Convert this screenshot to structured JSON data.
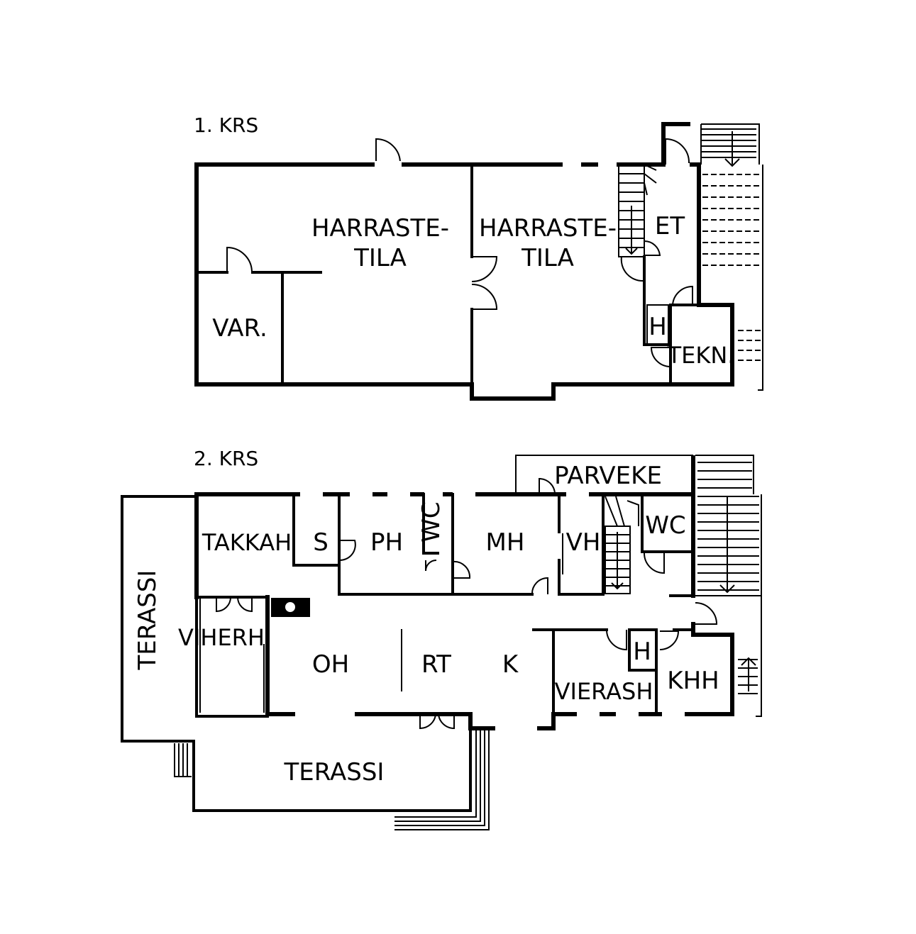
{
  "floors": [
    {
      "title": "1. KRS",
      "rooms": {
        "harraste1_line1": "HARRASTE-",
        "harraste1_line2": "TILA",
        "harraste2_line1": "HARRASTE-",
        "harraste2_line2": "TILA",
        "var": "VAR.",
        "et": "ET",
        "h": "H",
        "tekn": "TEKN."
      }
    },
    {
      "title": "2. KRS",
      "rooms": {
        "parveke": "PARVEKE",
        "takkah": "TAKKAH",
        "s": "S",
        "ph": "PH",
        "wc1": "WC",
        "mh": "MH",
        "vh": "VH",
        "wc2": "WC",
        "terassi_side": "TERASSI",
        "viherh": "VIHERH",
        "oh": "OH",
        "rt": "RT",
        "k": "K",
        "h": "H",
        "vierash": "VIERASH",
        "khh": "KHH",
        "terassi_bottom": "TERASSI"
      }
    }
  ]
}
